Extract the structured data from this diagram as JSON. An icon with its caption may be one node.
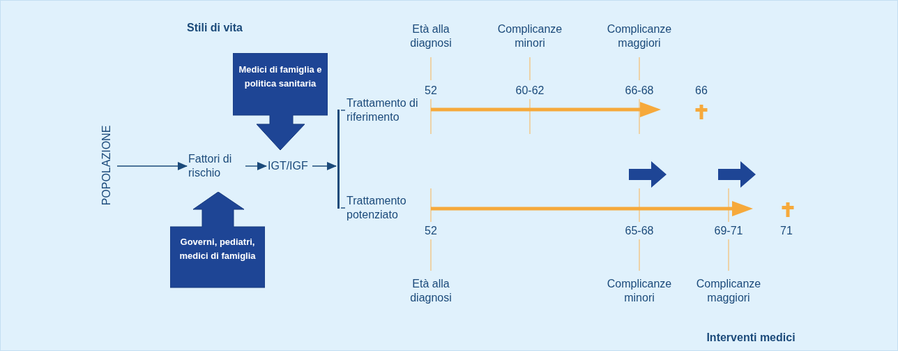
{
  "diagram": {
    "nodes": [
      {
        "text": [
          "POPOLAZIONE"
        ]
      },
      {
        "text": [
          "Medici di famiglia e politica sanitaria"
        ]
      },
      {
        "text": [
          "Fattori di rischio"
        ]
      },
      {
        "text": [
          "IGT/IGF"
        ]
      },
      {
        "text": [
          "Governi, pediatri, medici di famiglia"
        ]
      },
      {
        "text": [],
        "shape": "bar"
      },
      {
        "text": [
          "Trattamento di riferimento"
        ]
      },
      {
        "text": [
          "Trattamento potenziato"
        ]
      }
    ],
    "edges": [
      {
        "from": 0,
        "to": 2,
        "arrow": "to"
      },
      {
        "from": 2,
        "to": 3,
        "arrow": "to"
      },
      {
        "from": 3,
        "to": 5,
        "arrow": "to"
      },
      {
        "from": 5,
        "to": 6,
        "arrow": "none"
      },
      {
        "from": 5,
        "to": 7,
        "arrow": "none"
      }
    ],
    "labels": [
      "Stili di vita",
      "Età alla diagnosi",
      "Complicanze minori",
      "Complicanze maggiori",
      "52",
      "60-62",
      "66-68",
      "66",
      "52",
      "65-68",
      "69-71",
      "71",
      "Età alla diagnosi",
      "Complicanze minori",
      "Complicanze maggiori",
      "Interventi medici"
    ]
  }
}
